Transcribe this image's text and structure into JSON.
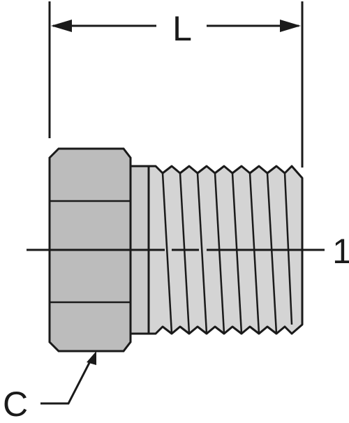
{
  "labels": {
    "length": "L",
    "hex": "C",
    "port": "1"
  },
  "colors": {
    "outline": "#1a1a1a",
    "hex_fill": "#bcbcbc",
    "body_fill": "#c9c9c9",
    "thread_fill": "#d4d4d4",
    "background": "#ffffff"
  }
}
